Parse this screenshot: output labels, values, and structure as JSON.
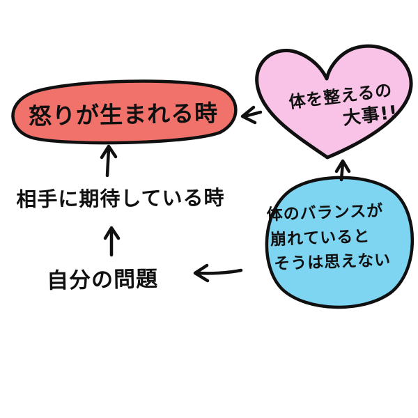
{
  "diagram": {
    "anger_node": {
      "label": "怒りが生まれる時",
      "fill": "#f0726b"
    },
    "heart_node": {
      "line1": "体を整えるの",
      "line2": "大事!!",
      "fill": "#f8c3e6"
    },
    "expect_node": {
      "label": "相手に期待している時"
    },
    "self_node": {
      "label": "自分の問題"
    },
    "balance_node": {
      "line1": "体のバランスが",
      "line2": "崩れていると",
      "line3": "そうは思えない",
      "fill": "#7ed5f2"
    },
    "ink_color": "#101010"
  }
}
